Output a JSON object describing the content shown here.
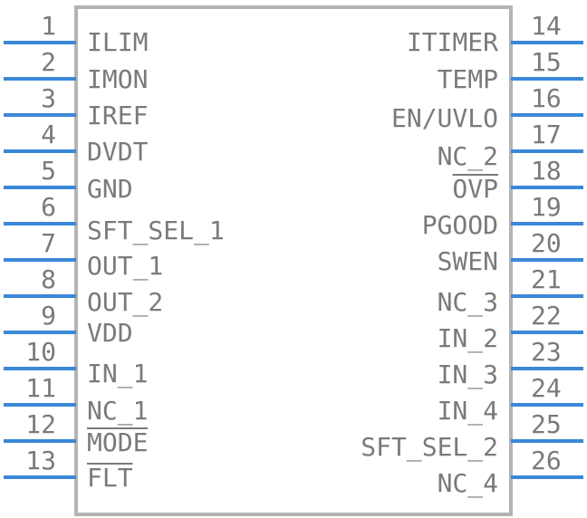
{
  "component": {
    "left_pins": [
      {
        "number": "1",
        "name": "ILIM",
        "overbar": false
      },
      {
        "number": "2",
        "name": "IMON",
        "overbar": false
      },
      {
        "number": "3",
        "name": "IREF",
        "overbar": false
      },
      {
        "number": "4",
        "name": "DVDT",
        "overbar": false
      },
      {
        "number": "5",
        "name": "GND",
        "overbar": false
      },
      {
        "number": "6",
        "name": "SFT_SEL_1",
        "overbar": false
      },
      {
        "number": "7",
        "name": "OUT_1",
        "overbar": false
      },
      {
        "number": "8",
        "name": "OUT_2",
        "overbar": false
      },
      {
        "number": "9",
        "name": "VDD",
        "overbar": false
      },
      {
        "number": "10",
        "name": "IN_1",
        "overbar": false
      },
      {
        "number": "11",
        "name": "NC_1",
        "overbar": false
      },
      {
        "number": "12",
        "name": "MODE",
        "overbar": true
      },
      {
        "number": "13",
        "name": "FLT",
        "overbar": true
      }
    ],
    "right_pins": [
      {
        "number": "14",
        "name": "ITIMER",
        "overbar": false
      },
      {
        "number": "15",
        "name": "TEMP",
        "overbar": false
      },
      {
        "number": "16",
        "name": "EN/UVLO",
        "overbar": false
      },
      {
        "number": "17",
        "name": "NC_2",
        "overbar": false
      },
      {
        "number": "18",
        "name": "OVP",
        "overbar": true
      },
      {
        "number": "19",
        "name": "PGOOD",
        "overbar": false
      },
      {
        "number": "20",
        "name": "SWEN",
        "overbar": false
      },
      {
        "number": "21",
        "name": "NC_3",
        "overbar": false
      },
      {
        "number": "22",
        "name": "IN_2",
        "overbar": false
      },
      {
        "number": "23",
        "name": "IN_3",
        "overbar": false
      },
      {
        "number": "24",
        "name": "IN_4",
        "overbar": false
      },
      {
        "number": "25",
        "name": "SFT_SEL_2",
        "overbar": false
      },
      {
        "number": "26",
        "name": "NC_4",
        "overbar": false
      }
    ],
    "colors": {
      "pin_line": "#3b88d8",
      "body_outline": "#b4b4b4",
      "text": "#7a7a7a"
    }
  }
}
